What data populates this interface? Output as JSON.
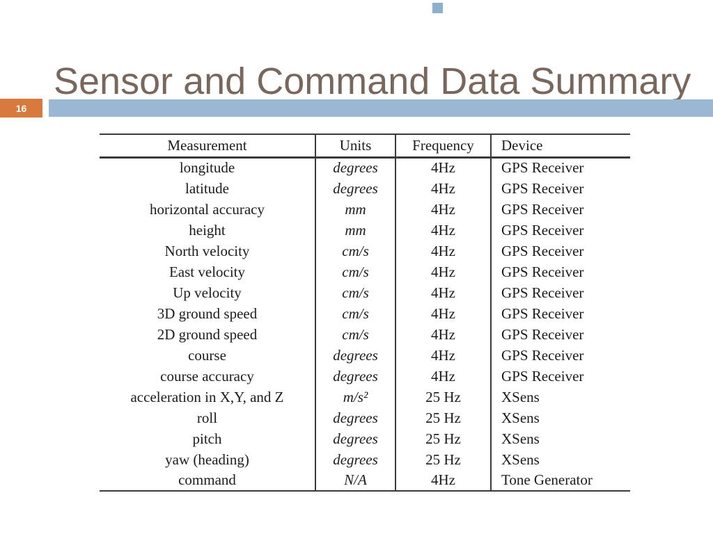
{
  "slide": {
    "title": "Sensor and Command Data Summary",
    "page_number": "16"
  },
  "colors": {
    "title-text": "#7a675c",
    "badge-bg": "#d8793e",
    "badge-text": "#ffffff",
    "bar-blue": "#9ab7d3",
    "accent-blue": "#8cb0ce",
    "rule": "#3a3a3a",
    "table-text": "#1c1c1c"
  },
  "table": {
    "columns": [
      "Measurement",
      "Units",
      "Frequency",
      "Device"
    ],
    "rows": [
      {
        "measurement": "longitude",
        "units": "degrees",
        "frequency": "4Hz",
        "device": "GPS Receiver"
      },
      {
        "measurement": "latitude",
        "units": "degrees",
        "frequency": "4Hz",
        "device": "GPS Receiver"
      },
      {
        "measurement": "horizontal accuracy",
        "units": "mm",
        "frequency": "4Hz",
        "device": "GPS Receiver"
      },
      {
        "measurement": "height",
        "units": "mm",
        "frequency": "4Hz",
        "device": "GPS Receiver"
      },
      {
        "measurement": "North velocity",
        "units": "cm/s",
        "frequency": "4Hz",
        "device": "GPS Receiver"
      },
      {
        "measurement": "East velocity",
        "units": "cm/s",
        "frequency": "4Hz",
        "device": "GPS Receiver"
      },
      {
        "measurement": "Up velocity",
        "units": "cm/s",
        "frequency": "4Hz",
        "device": "GPS Receiver"
      },
      {
        "measurement": "3D ground speed",
        "units": "cm/s",
        "frequency": "4Hz",
        "device": "GPS Receiver"
      },
      {
        "measurement": "2D ground speed",
        "units": "cm/s",
        "frequency": "4Hz",
        "device": "GPS Receiver"
      },
      {
        "measurement": "course",
        "units": "degrees",
        "frequency": "4Hz",
        "device": "GPS Receiver"
      },
      {
        "measurement": "course accuracy",
        "units": "degrees",
        "frequency": "4Hz",
        "device": "GPS Receiver"
      },
      {
        "measurement": "acceleration in X,Y, and Z",
        "units": "m/s²",
        "frequency": "25 Hz",
        "device": "XSens"
      },
      {
        "measurement": "roll",
        "units": "degrees",
        "frequency": "25 Hz",
        "device": "XSens"
      },
      {
        "measurement": "pitch",
        "units": "degrees",
        "frequency": "25 Hz",
        "device": "XSens"
      },
      {
        "measurement": "yaw (heading)",
        "units": "degrees",
        "frequency": "25 Hz",
        "device": "XSens"
      },
      {
        "measurement": "command",
        "units": "N/A",
        "frequency": "4Hz",
        "device": "Tone Generator"
      }
    ]
  }
}
